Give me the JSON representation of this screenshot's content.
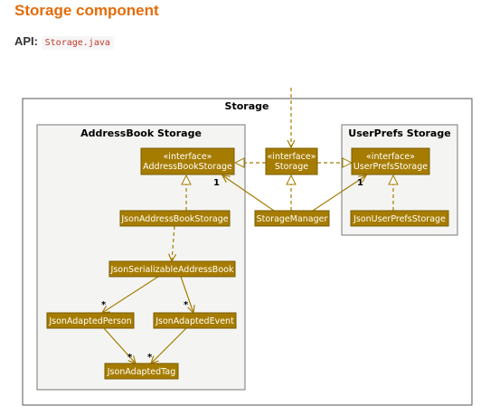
{
  "heading": "Storage component",
  "api": {
    "label": "API",
    "colon": ":",
    "code": "Storage.java"
  },
  "diagram": {
    "outer_package": "Storage",
    "packages": {
      "addressbook": "AddressBook Storage",
      "userprefs": "UserPrefs Storage"
    },
    "boxes": {
      "addressbook_storage": {
        "stereotype": "«interface»",
        "name": "AddressBookStorage"
      },
      "storage": {
        "stereotype": "«interface»",
        "name": "Storage"
      },
      "userprefs_storage": {
        "stereotype": "«interface»",
        "name": "UserPrefsStorage"
      },
      "json_addressbook_storage": {
        "name": "JsonAddressBookStorage"
      },
      "storage_manager": {
        "name": "StorageManager"
      },
      "json_userprefs_storage": {
        "name": "JsonUserPrefsStorage"
      },
      "json_serializable_addressbook": {
        "name": "JsonSerializableAddressBook"
      },
      "json_adapted_person": {
        "name": "JsonAdaptedPerson"
      },
      "json_adapted_event": {
        "name": "JsonAdaptedEvent"
      },
      "json_adapted_tag": {
        "name": "JsonAdaptedTag"
      }
    },
    "multiplicities": {
      "sm_to_addressbook": "1",
      "sm_to_userprefs": "1",
      "to_person": "*",
      "to_event": "*",
      "person_to_tag": "*",
      "event_to_tag": "*"
    },
    "colors": {
      "box_fill": "#a67c00",
      "line": "#a67c00",
      "package_fill": "#f4f5f3",
      "outer_border": "#555555",
      "heading": "#e46c0a"
    }
  }
}
